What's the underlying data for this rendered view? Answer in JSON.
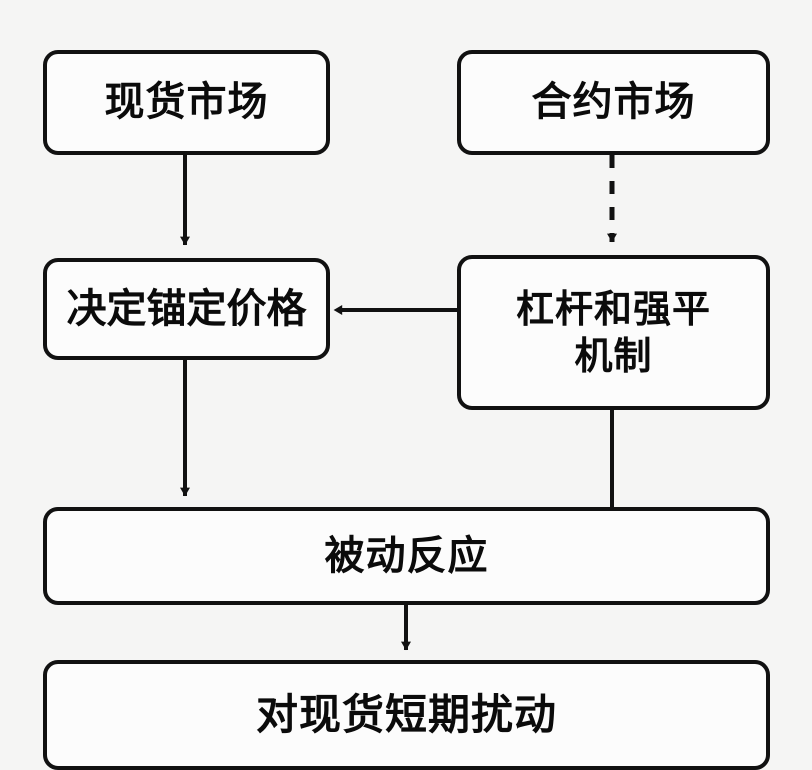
{
  "diagram": {
    "type": "flowchart",
    "background_color": "#f5f5f4",
    "node_fill_color": "#fcfcfc",
    "stroke_color": "#111111",
    "nodes": [
      {
        "id": "spot-market",
        "label": "现货市场"
      },
      {
        "id": "contract-market",
        "label": "合约市场"
      },
      {
        "id": "anchor-price",
        "label": "决定锚定价格"
      },
      {
        "id": "leverage-liquidation",
        "label": "杠杆和强平\n机制"
      },
      {
        "id": "passive-reaction",
        "label": "被动反应"
      },
      {
        "id": "spot-disturbance",
        "label": "对现货短期扰动"
      }
    ],
    "edges": [
      {
        "id": "spot-to-anchor",
        "from": "spot-market",
        "to": "anchor-price",
        "style": "solid",
        "arrow": "down",
        "label": ""
      },
      {
        "id": "contract-to-leverage",
        "from": "contract-market",
        "to": "leverage-liquidation",
        "style": "dashed",
        "arrow": "down",
        "label": ""
      },
      {
        "id": "leverage-to-anchor",
        "from": "leverage-liquidation",
        "to": "anchor-price",
        "style": "solid",
        "arrow": "left",
        "label": ""
      },
      {
        "id": "anchor-to-passive",
        "from": "anchor-price",
        "to": "passive-reaction",
        "style": "solid",
        "arrow": "down",
        "label": ""
      },
      {
        "id": "leverage-to-passive",
        "from": "leverage-liquidation",
        "to": "passive-reaction",
        "style": "solid",
        "arrow": "none",
        "label": ""
      },
      {
        "id": "passive-to-disturbance",
        "from": "passive-reaction",
        "to": "spot-disturbance",
        "style": "solid",
        "arrow": "down",
        "label": ""
      }
    ],
    "watermark": ""
  }
}
